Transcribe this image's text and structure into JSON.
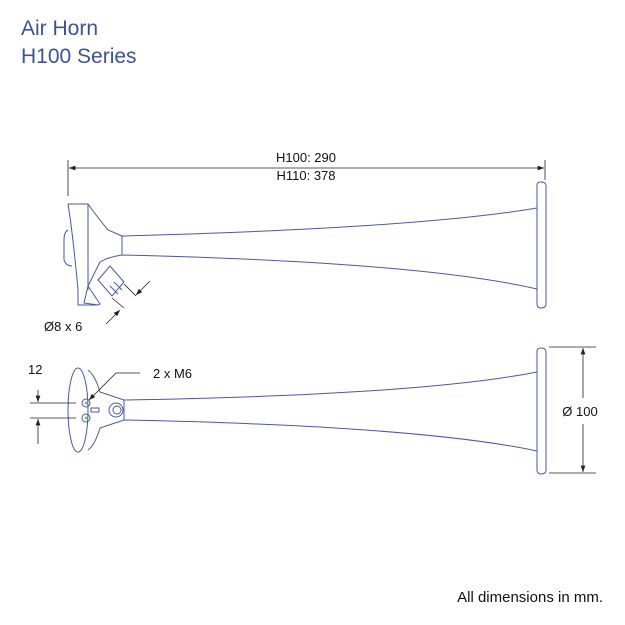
{
  "title": {
    "line1": "Air Horn",
    "line2": "H100 Series"
  },
  "dimensions": {
    "length_h100": "H100: 290",
    "length_h110": "H110: 378",
    "hose": "Ø8 x 6",
    "mount_spacing": "12",
    "mount_bolts": "2 x  M6",
    "bell_diameter": "Ø 100"
  },
  "footer_note": "All dimensions in mm.",
  "colors": {
    "title": "#3f5291",
    "drawing": "#4a5a9a"
  }
}
